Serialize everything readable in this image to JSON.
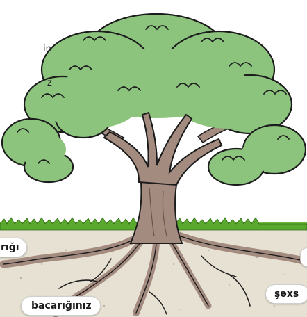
{
  "text_fragments": {
    "top_right": "in",
    "mid_right": "z"
  },
  "labels": {
    "left_pill": "rığı",
    "bottom_center_pill": "bacarığınız",
    "right_pill": "şəxs"
  },
  "colors": {
    "foliage": "#8cc47e",
    "trunk": "#a48b80",
    "soil": "#e6e1d2",
    "grass": "#6dbb3b",
    "outline": "#1c1c1c"
  }
}
